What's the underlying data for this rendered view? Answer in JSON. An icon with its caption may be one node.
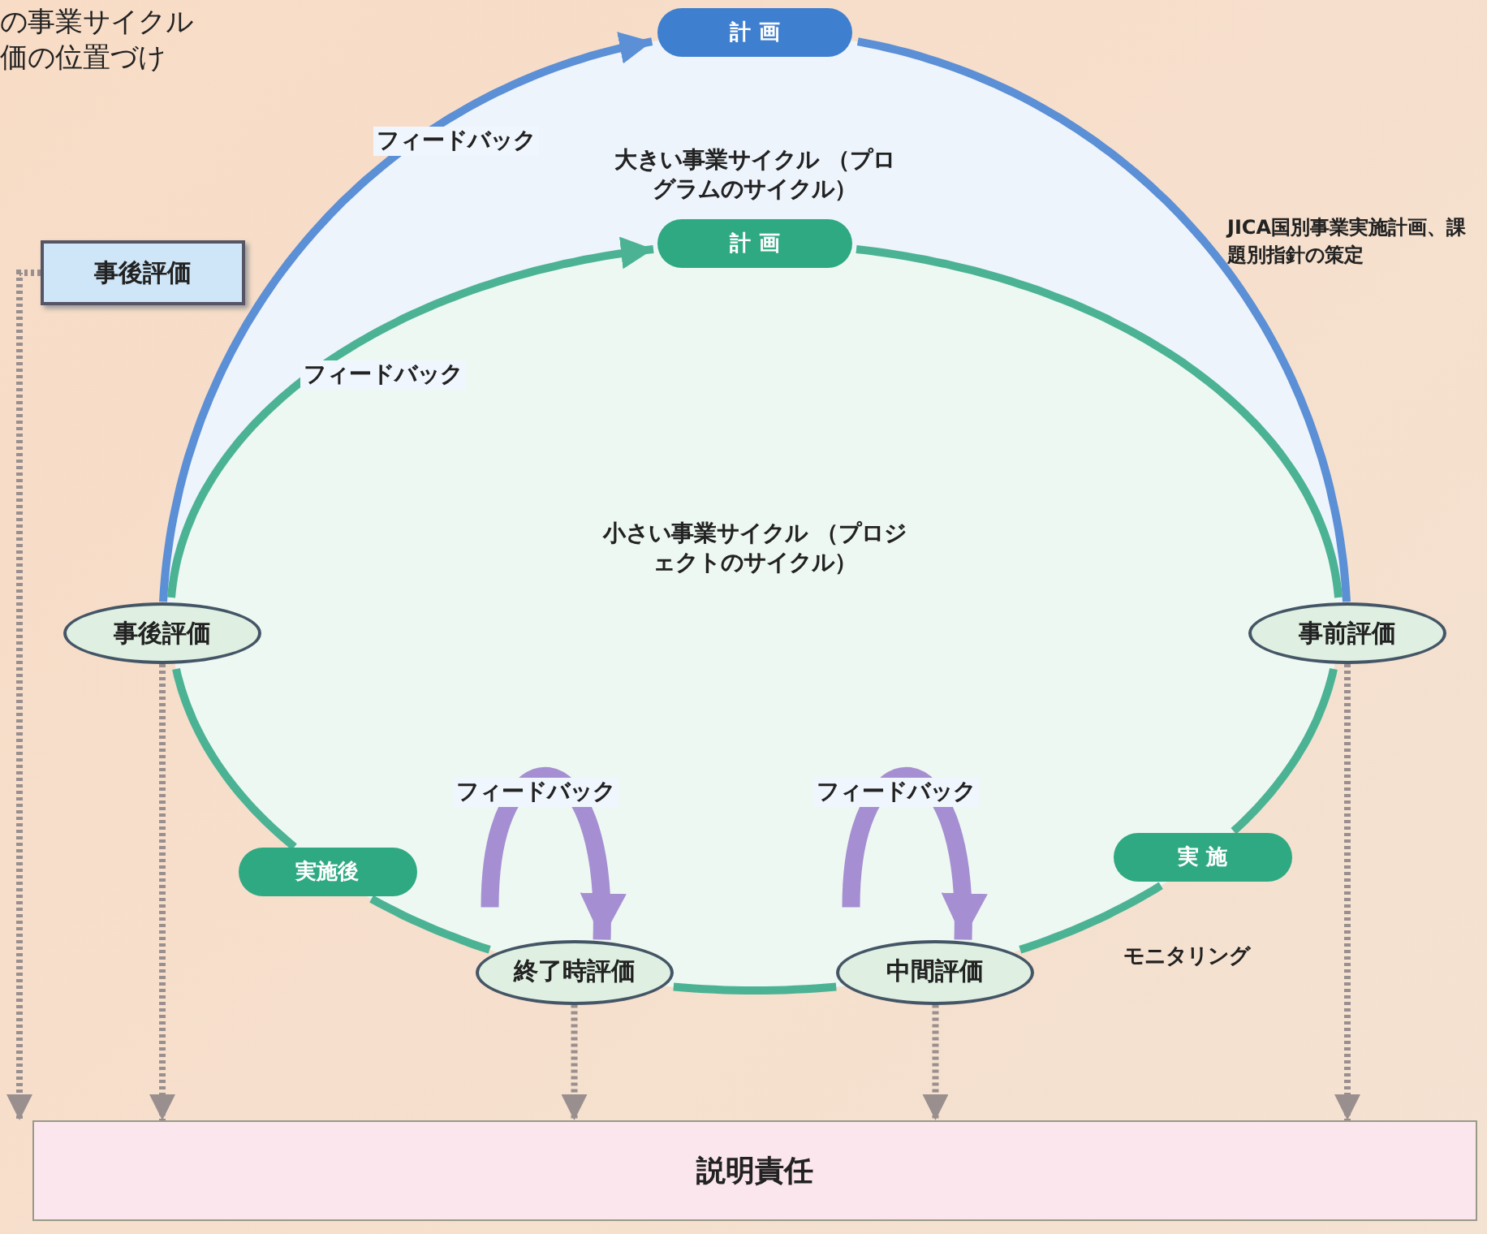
{
  "diagram": {
    "nodes": [
      {
        "text": [
          "計 画"
        ]
      },
      {
        "text": [
          "事後評価"
        ]
      },
      {
        "text": [
          "事後評価"
        ]
      },
      {
        "text": [
          "事前評価"
        ]
      },
      {
        "text": [
          "計 画"
        ]
      },
      {
        "text": [
          "実施後"
        ]
      },
      {
        "text": [
          "終了時評価"
        ]
      },
      {
        "text": [
          "中間評価"
        ]
      },
      {
        "text": [
          "実 施"
        ]
      },
      {
        "text": [
          "説明責任"
        ]
      }
    ],
    "edges": [
      {
        "from": 2,
        "to": 0,
        "arrow": "to",
        "label": "フィードバック",
        "color": "#5b8fd6"
      },
      {
        "from": 0,
        "to": 3,
        "arrow": "none",
        "color": "#5b8fd6"
      },
      {
        "from": 2,
        "to": 4,
        "arrow": "to",
        "label": "フィードバック"
      },
      {
        "from": 4,
        "to": 3,
        "arrow": "none"
      },
      {
        "from": 3,
        "to": 8,
        "arrow": "none"
      },
      {
        "from": 8,
        "to": 7,
        "arrow": "none"
      },
      {
        "from": 7,
        "to": 6,
        "arrow": "none"
      },
      {
        "from": 6,
        "to": 5,
        "arrow": "none"
      },
      {
        "from": 5,
        "to": 2,
        "arrow": "none"
      },
      {
        "from": null,
        "to": 6,
        "arrow": "to",
        "label": "フィードバック",
        "style": "thick",
        "color": "#a58fd2"
      },
      {
        "from": null,
        "to": 7,
        "arrow": "to",
        "label": "フィードバック",
        "style": "thick",
        "color": "#a58fd2"
      },
      {
        "from": 1,
        "to": 9,
        "arrow": "to",
        "style": "dashed",
        "color": "#9a8f8f"
      },
      {
        "from": 2,
        "to": 9,
        "arrow": "to",
        "style": "dashed",
        "color": "#9a8f8f"
      },
      {
        "from": 6,
        "to": 9,
        "arrow": "to",
        "style": "dashed",
        "color": "#9a8f8f"
      },
      {
        "from": 7,
        "to": 9,
        "arrow": "to",
        "style": "dashed",
        "color": "#9a8f8f"
      },
      {
        "from": 3,
        "to": 9,
        "arrow": "to",
        "style": "dashed",
        "color": "#9a8f8f"
      }
    ],
    "labels": [
      "の事業サイクル",
      "価の位置づけ",
      "大きい事業サイクル （プログラムのサイクル）",
      "JICA国別事業実施計画、課題別指針の策定",
      "小さい事業サイクル （プロジェクトのサイクル）",
      "モニタリング"
    ]
  }
}
